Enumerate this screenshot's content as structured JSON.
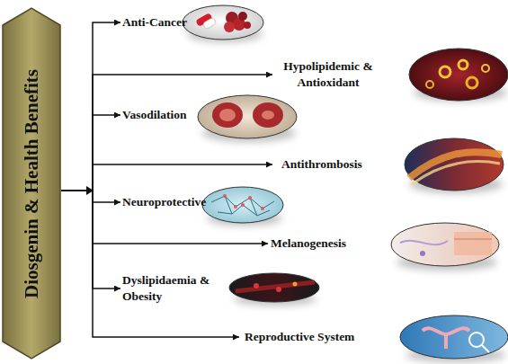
{
  "diagram": {
    "nodes": [
      {
        "text": [
          "Diosgenin & Health Benefits"
        ]
      },
      {
        "text": [
          "Anti-Cancer"
        ]
      },
      {
        "text": [
          "Hypolipidemic & Antioxidant"
        ]
      },
      {
        "text": [
          "Vasodilation"
        ]
      },
      {
        "text": [
          "Antithrombosis"
        ]
      },
      {
        "text": [
          "Neuroprotective"
        ]
      },
      {
        "text": [
          "Melanogenesis"
        ]
      },
      {
        "text": [
          "Dyslipidaemia & Obesity"
        ]
      },
      {
        "text": [
          "Reproductive System"
        ]
      }
    ],
    "edges": [
      {
        "from": 0,
        "to": 1,
        "arrow": "to"
      },
      {
        "from": 0,
        "to": 2,
        "arrow": "to"
      },
      {
        "from": 0,
        "to": 3,
        "arrow": "to"
      },
      {
        "from": 0,
        "to": 4,
        "arrow": "to"
      },
      {
        "from": 0,
        "to": 5,
        "arrow": "to"
      },
      {
        "from": 0,
        "to": 6,
        "arrow": "to"
      },
      {
        "from": 0,
        "to": 7,
        "arrow": "to"
      },
      {
        "from": 0,
        "to": 8,
        "arrow": "to"
      }
    ]
  }
}
